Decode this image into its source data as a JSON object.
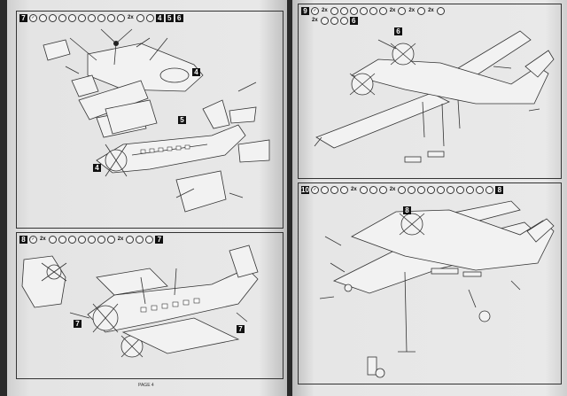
{
  "pages": {
    "footer": "PAGE 4"
  },
  "steps": [
    {
      "id": "step-7",
      "number": "7",
      "row_parts": [
        "2x",
        "4",
        "5",
        "6"
      ]
    },
    {
      "id": "step-8",
      "number": "8",
      "row_parts": [
        "2x",
        "7"
      ]
    },
    {
      "id": "step-9",
      "number": "9",
      "row_parts": [
        "2x",
        "2x",
        "2x",
        "2x",
        "2x",
        "6"
      ]
    },
    {
      "id": "step-10",
      "number": "10",
      "row_parts": [
        "2x",
        "2x",
        "8"
      ]
    }
  ],
  "callouts": {
    "step7_a": "4",
    "step7_b": "5",
    "step7_c": "4",
    "step8_a": "7",
    "step8_b": "7",
    "step9_a": "6",
    "step10_a": "8"
  }
}
